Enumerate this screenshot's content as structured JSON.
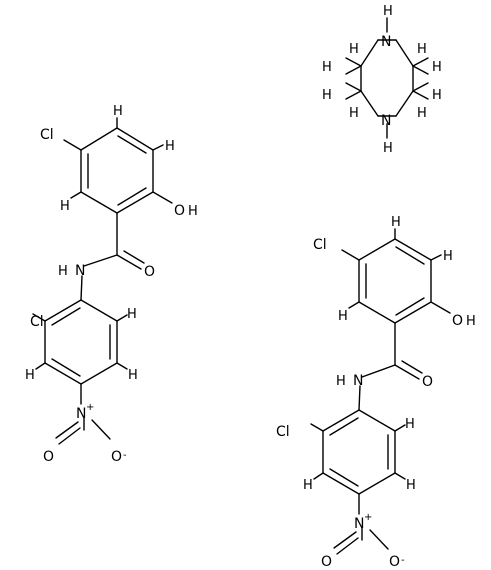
{
  "labels": {
    "cl": "Cl",
    "h": "H",
    "o": "O",
    "n": "N",
    "oh": "OH",
    "plus": "+",
    "minus": "-"
  }
}
